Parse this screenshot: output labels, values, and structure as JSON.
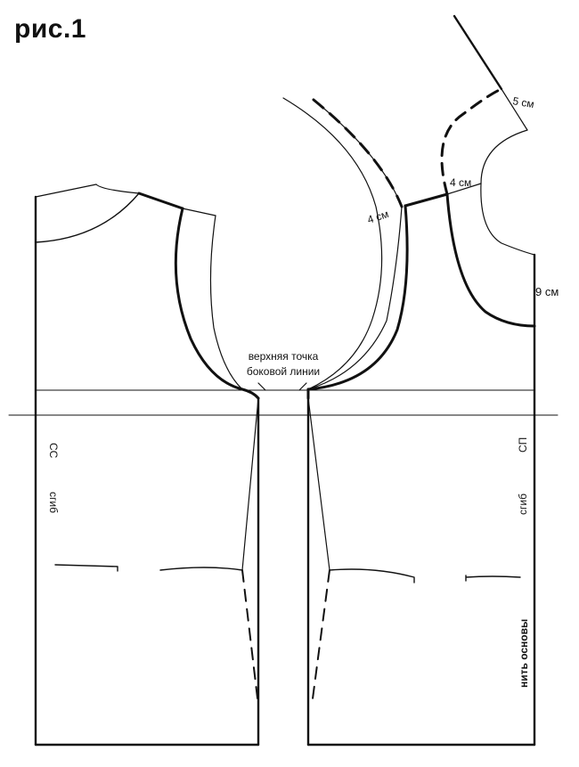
{
  "title": "рис.1",
  "labels": {
    "side_point_line1": "верхняя точка",
    "side_point_line2": "боковой линии",
    "cc": "СС",
    "fold_left": "сгиб",
    "cp": "СП",
    "fold_right": "сгиб",
    "grain": "нить основы",
    "cm4_a": "4 см",
    "cm4_b": "4 см",
    "cm5": "5 см",
    "cm9": "9 см"
  },
  "colors": {
    "line": "#111111",
    "background": "#ffffff"
  }
}
